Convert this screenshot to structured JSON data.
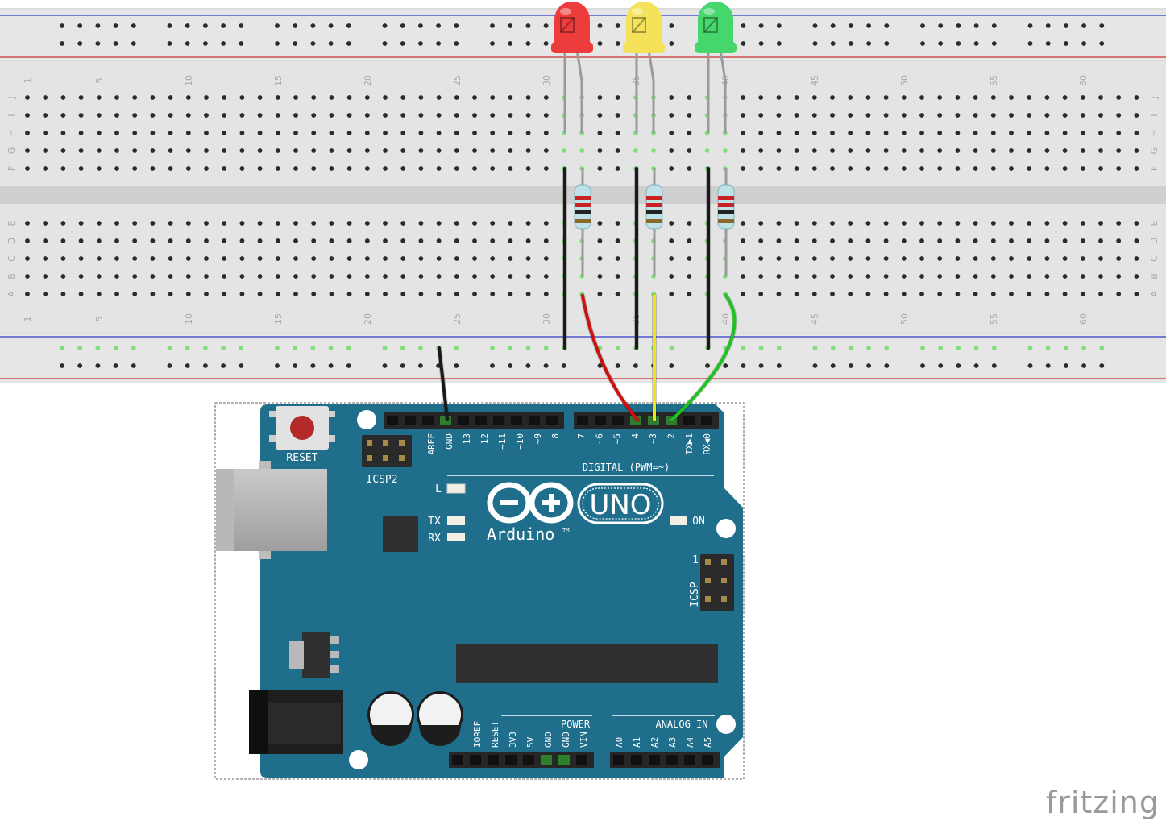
{
  "breadboard": {
    "column_numbers": [
      "1",
      "5",
      "10",
      "15",
      "20",
      "25",
      "30",
      "35",
      "40",
      "45",
      "50",
      "55",
      "60"
    ],
    "row_letters_top": [
      "J",
      "I",
      "H",
      "G",
      "F"
    ],
    "row_letters_bottom": [
      "E",
      "D",
      "C",
      "B",
      "A"
    ]
  },
  "leds": [
    {
      "name": "red-led",
      "color": "#ec3c3c"
    },
    {
      "name": "yellow-led",
      "color": "#f4e35a"
    },
    {
      "name": "green-led",
      "color": "#45d66c"
    }
  ],
  "wires": [
    {
      "name": "red-wire",
      "color": "#cc1111"
    },
    {
      "name": "yellow-wire",
      "color": "#f2e21a"
    },
    {
      "name": "green-wire",
      "color": "#1fc21f"
    },
    {
      "name": "black-wire",
      "color": "#1a1a1a"
    }
  ],
  "arduino": {
    "reset_label": "RESET",
    "icsp2_label": "ICSP2",
    "icsp_label": "ICSP",
    "icsp_pin1": "1",
    "digital_header_left": [
      "AREF",
      "GND",
      "13",
      "12",
      "~11",
      "~10",
      "~9",
      "8"
    ],
    "digital_header_right": [
      "7",
      "~6",
      "~5",
      "4",
      "~3",
      "2",
      "TX▶1",
      "RX◀0"
    ],
    "digital_label": "DIGITAL (PWM=~)",
    "led_l": "L",
    "led_tx": "TX",
    "led_rx": "RX",
    "led_on": "ON",
    "logo_text": "Arduino",
    "logo_tm": "TM",
    "uno_text": "UNO",
    "power_label": "POWER",
    "power_pins": [
      "IOREF",
      "RESET",
      "3V3",
      "5V",
      "GND",
      "GND",
      "VIN"
    ],
    "analog_label": "ANALOG IN",
    "analog_pins": [
      "A0",
      "A1",
      "A2",
      "A3",
      "A4",
      "A5"
    ],
    "board_color": "#1f6f8c"
  },
  "brand": "fritzing"
}
